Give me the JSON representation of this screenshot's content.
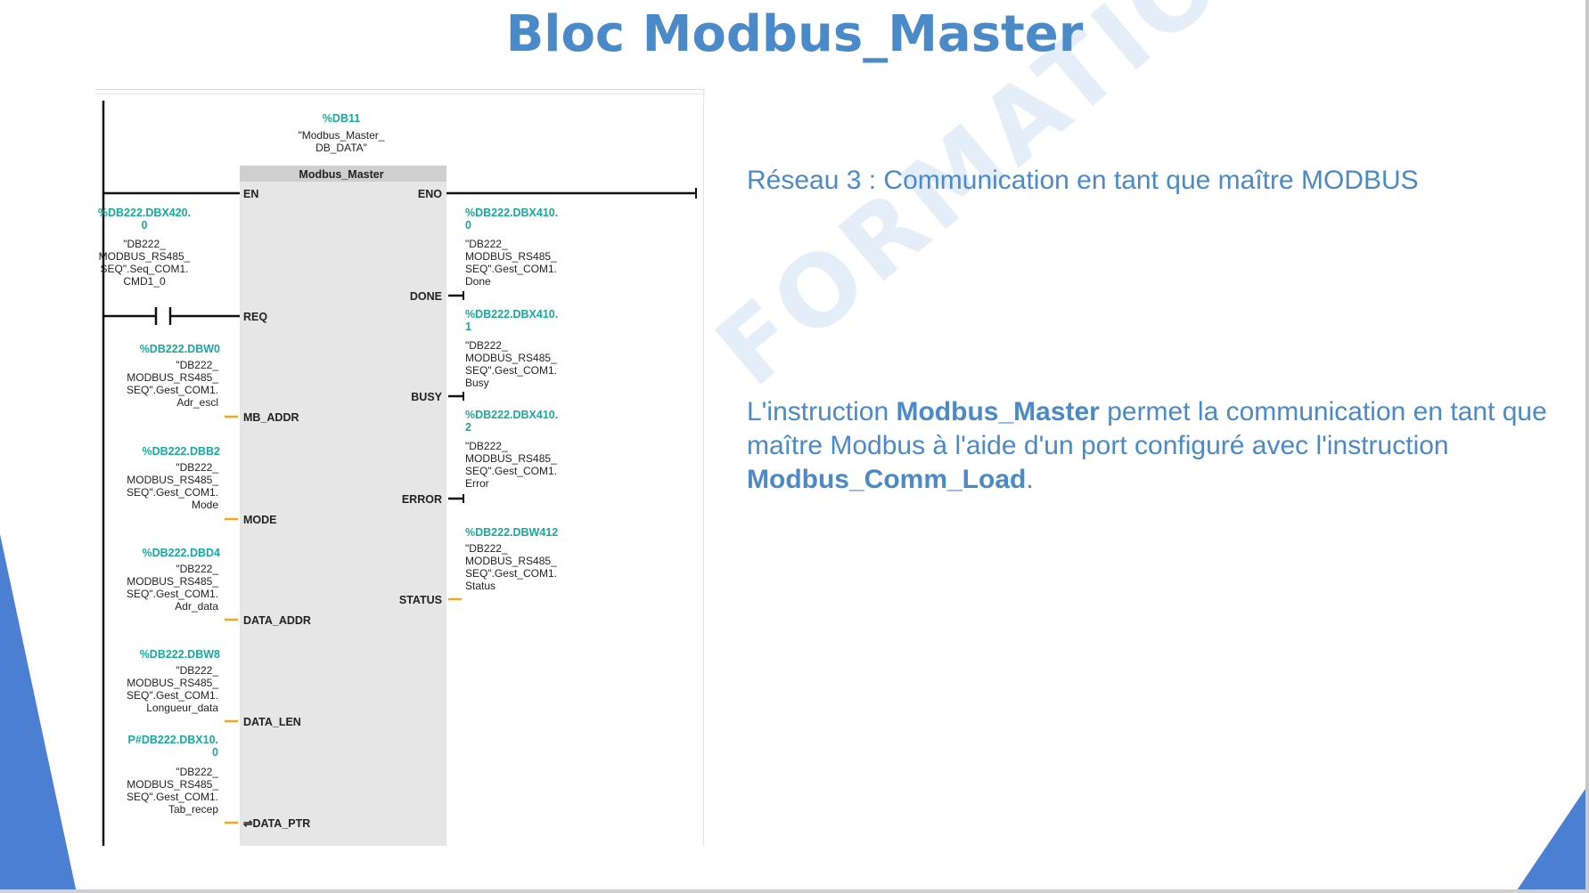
{
  "slide": {
    "title": "Bloc Modbus_Master",
    "watermark": "FORMATION OUEST",
    "network_title": "Réseau 3 : Communication en tant que maître MODBUS",
    "description": {
      "p1": "L'instruction ",
      "b1": "Modbus_Master",
      "p2": " permet la communication en tant que maître Modbus à l'aide d'un port configuré avec l'instruction ",
      "b2": "Modbus_Comm_Load",
      "p3": "."
    },
    "colors": {
      "accent": "#4a8ac9",
      "tag_address": "#19a89e",
      "decor_triangle": "#4a7fd1",
      "connector_orange": "#f0a81e"
    }
  },
  "diagram": {
    "instance_db": "%DB11",
    "instance_name_1": "\"Modbus_Master_",
    "instance_name_2": "DB_DATA\"",
    "block_name": "Modbus_Master",
    "pins": {
      "en": "EN",
      "eno": "ENO",
      "req": "REQ",
      "mb_addr": "MB_ADDR",
      "mode": "MODE",
      "data_addr": "DATA_ADDR",
      "data_len": "DATA_LEN",
      "data_ptr": "⇌DATA_PTR",
      "done": "DONE",
      "busy": "BUSY",
      "error": "ERROR",
      "status": "STATUS"
    },
    "inputs": {
      "req": {
        "addr1": "%DB222.DBX420.",
        "addr2": "0",
        "l1": "\"DB222_",
        "l2": "MODBUS_RS485_",
        "l3": "SEQ\".Seq_COM1.",
        "l4": "CMD1_0"
      },
      "mb_addr": {
        "addr1": "%DB222.DBW0",
        "l1": "\"DB222_",
        "l2": "MODBUS_RS485_",
        "l3": "SEQ\".Gest_COM1.",
        "l4": "Adr_escl"
      },
      "mode": {
        "addr1": "%DB222.DBB2",
        "l1": "\"DB222_",
        "l2": "MODBUS_RS485_",
        "l3": "SEQ\".Gest_COM1.",
        "l4": "Mode"
      },
      "data_addr": {
        "addr1": "%DB222.DBD4",
        "l1": "\"DB222_",
        "l2": "MODBUS_RS485_",
        "l3": "SEQ\".Gest_COM1.",
        "l4": "Adr_data"
      },
      "data_len": {
        "addr1": "%DB222.DBW8",
        "l1": "\"DB222_",
        "l2": "MODBUS_RS485_",
        "l3": "SEQ\".Gest_COM1.",
        "l4": "Longueur_data"
      },
      "data_ptr": {
        "addr1": "P#DB222.DBX10.",
        "addr2": "0",
        "l1": "\"DB222_",
        "l2": "MODBUS_RS485_",
        "l3": "SEQ\".Gest_COM1.",
        "l4": "Tab_recep"
      }
    },
    "outputs": {
      "done": {
        "addr1": "%DB222.DBX410.",
        "addr2": "0",
        "l1": "\"DB222_",
        "l2": "MODBUS_RS485_",
        "l3": "SEQ\".Gest_COM1.",
        "l4": "Done"
      },
      "busy": {
        "addr1": "%DB222.DBX410.",
        "addr2": "1",
        "l1": "\"DB222_",
        "l2": "MODBUS_RS485_",
        "l3": "SEQ\".Gest_COM1.",
        "l4": "Busy"
      },
      "error": {
        "addr1": "%DB222.DBX410.",
        "addr2": "2",
        "l1": "\"DB222_",
        "l2": "MODBUS_RS485_",
        "l3": "SEQ\".Gest_COM1.",
        "l4": "Error"
      },
      "status": {
        "addr1": "%DB222.DBW412",
        "l1": "\"DB222_",
        "l2": "MODBUS_RS485_",
        "l3": "SEQ\".Gest_COM1.",
        "l4": "Status"
      }
    }
  }
}
